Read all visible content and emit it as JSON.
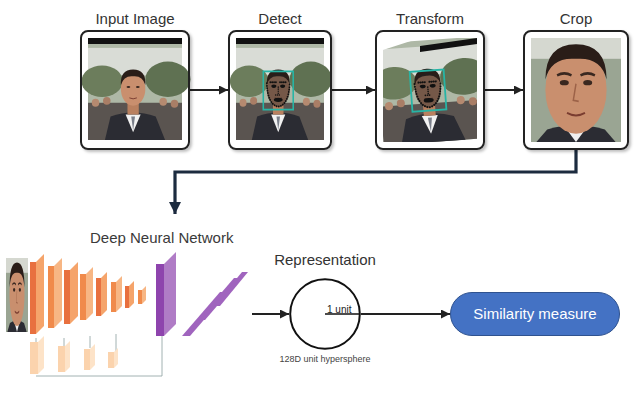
{
  "diagram": {
    "nodes": [
      {
        "text": [
          "Input Image"
        ]
      },
      {
        "text": [
          "Detect"
        ]
      },
      {
        "text": [
          "Transform"
        ]
      },
      {
        "text": [
          "Crop"
        ]
      },
      {
        "text": [
          "Deep Neural Network"
        ]
      },
      {
        "text": [
          "Representation",
          "1 unit",
          "128D unit hypersphere"
        ]
      },
      {
        "text": [
          "Similarity measure"
        ]
      }
    ],
    "edges": [
      {
        "from": 0,
        "to": 1,
        "arrow": "to"
      },
      {
        "from": 1,
        "to": 2,
        "arrow": "to"
      },
      {
        "from": 2,
        "to": 3,
        "arrow": "to"
      },
      {
        "from": 3,
        "to": 4,
        "arrow": "to"
      },
      {
        "from": 4,
        "to": 5,
        "arrow": "to"
      },
      {
        "from": 5,
        "to": 6,
        "arrow": "to"
      }
    ]
  }
}
